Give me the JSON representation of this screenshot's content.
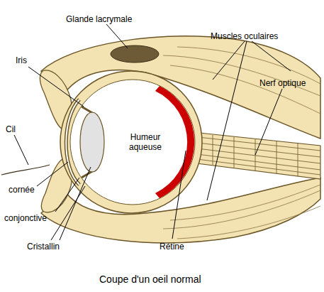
{
  "diagram": {
    "caption": "Coupe d'un oeil normal",
    "labels": [
      "Glande lacrymale",
      "Muscles oculaires",
      "Iris",
      "Cil",
      "Nerf optique",
      "Humeur aqueuse",
      "cornée",
      "conjonctive",
      "Cristallin",
      "Rétine"
    ]
  }
}
